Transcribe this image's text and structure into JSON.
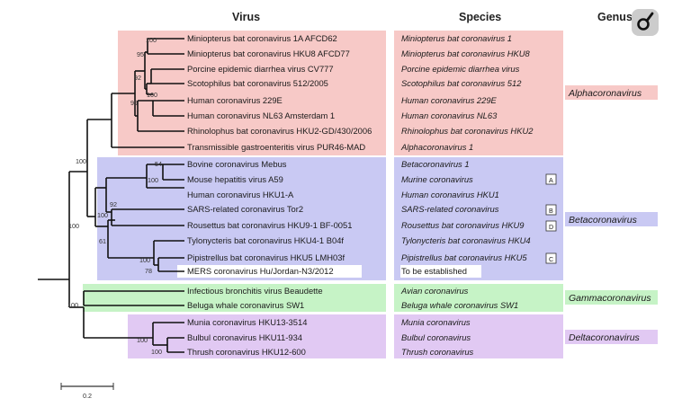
{
  "headers": {
    "virus": "Virus",
    "species": "Species",
    "genus": "Genus"
  },
  "colors": {
    "alpha": "#f7c9c7",
    "beta": "#c9c9f3",
    "gamma": "#c6f3c6",
    "delta": "#e1c9f3"
  },
  "icon": "annotation-wheel-icon",
  "genera": [
    {
      "key": "alpha",
      "label": "Alphacoronavirus"
    },
    {
      "key": "beta",
      "label": "Betacoronavirus"
    },
    {
      "key": "gamma",
      "label": "Gammacoronavirus"
    },
    {
      "key": "delta",
      "label": "Deltacoronavirus"
    }
  ],
  "taxa": [
    {
      "virus": "Miniopterus bat coronavirus 1A AFCD62",
      "species": "Miniopterus bat coronavirus 1",
      "genus": "alpha"
    },
    {
      "virus": "Miniopterus bat coronavirus HKU8 AFCD77",
      "species": "Miniopterus bat coronavirus HKU8",
      "genus": "alpha"
    },
    {
      "virus": "Porcine epidemic diarrhea virus CV777",
      "species": "Porcine epidemic diarrhea virus",
      "genus": "alpha"
    },
    {
      "virus": "Scotophilus bat coronavirus 512/2005",
      "species": "Scotophilus bat coronavirus 512",
      "genus": "alpha"
    },
    {
      "virus": "Human coronavirus 229E",
      "species": "Human coronavirus 229E",
      "genus": "alpha"
    },
    {
      "virus": "Human coronavirus NL63 Amsterdam 1",
      "species": "Human coronavirus NL63",
      "genus": "alpha"
    },
    {
      "virus": "Rhinolophus bat coronavirus HKU2-GD/430/2006",
      "species": "Rhinolophus bat coronavirus HKU2",
      "genus": "alpha"
    },
    {
      "virus": "Transmissible gastroenteritis virus PUR46-MAD",
      "species": "Alphacoronavirus 1",
      "genus": "alpha"
    },
    {
      "virus": "Bovine coronavirus Mebus",
      "species": "Betacoronavirus 1",
      "genus": "beta"
    },
    {
      "virus": "Mouse hepatitis virus A59",
      "species": "Murine coronavirus",
      "genus": "beta",
      "sub": "A"
    },
    {
      "virus": "Human coronavirus HKU1-A",
      "species": "Human coronavirus HKU1",
      "genus": "beta"
    },
    {
      "virus": "SARS-related coronavirus Tor2",
      "species": "SARS-related coronavirus",
      "genus": "beta",
      "sub": "B"
    },
    {
      "virus": "Rousettus bat coronavirus HKU9-1 BF-0051",
      "species": "Rousettus bat coronavirus HKU9",
      "genus": "beta",
      "sub": "D"
    },
    {
      "virus": "Tylonycteris bat coronavirus HKU4-1 B04f",
      "species": "Tylonycteris bat coronavirus HKU4",
      "genus": "beta"
    },
    {
      "virus": "Pipistrellus bat coronavirus HKU5 LMH03f",
      "species": "Pipistrellus bat coronavirus HKU5",
      "genus": "beta",
      "sub": "C"
    },
    {
      "virus": "MERS coronavirus Hu/Jordan-N3/2012",
      "species": "To be established",
      "genus": "beta",
      "plain": true
    },
    {
      "virus": "Infectious bronchitis virus Beaudette",
      "species": "Avian coronavirus",
      "genus": "gamma"
    },
    {
      "virus": "Beluga whale coronavirus SW1",
      "species": "Beluga whale coronavirus SW1",
      "genus": "gamma"
    },
    {
      "virus": "Munia coronavirus HKU13-3514",
      "species": "Munia coronavirus",
      "genus": "delta"
    },
    {
      "virus": "Bulbul coronavirus HKU11-934",
      "species": "Bulbul coronavirus",
      "genus": "delta"
    },
    {
      "virus": "Thrush coronavirus HKU12-600",
      "species": "Thrush coronavirus",
      "genus": "delta"
    }
  ],
  "bootstrap": [
    "100",
    "95",
    "92",
    "100",
    "99",
    "54",
    "100",
    "92",
    "100",
    "61",
    "100",
    "78",
    "100",
    "100",
    "100",
    "100",
    "100"
  ],
  "scale_bar": "0.2"
}
